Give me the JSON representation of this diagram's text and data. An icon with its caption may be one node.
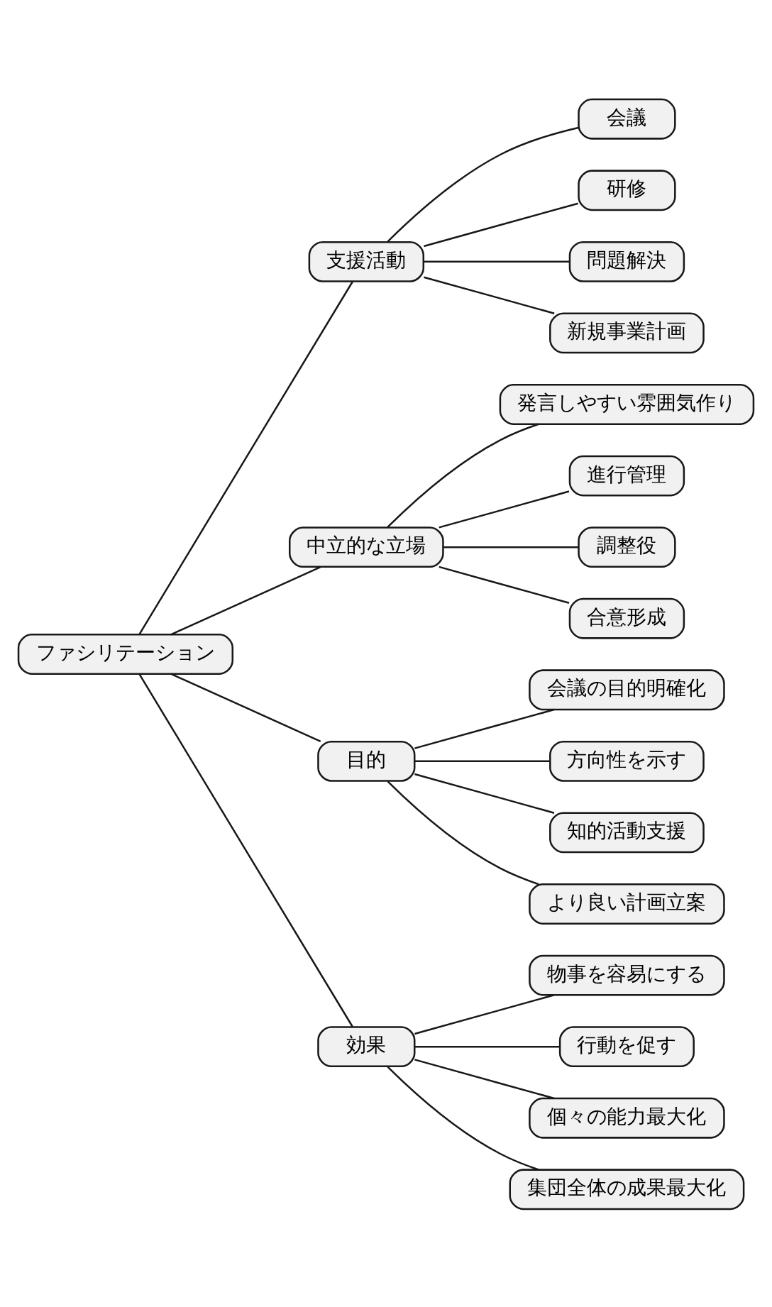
{
  "diagram": {
    "nodes": [
      {
        "text": [
          "ファシリテーション"
        ]
      },
      {
        "text": [
          "支援活動"
        ]
      },
      {
        "text": [
          "会議"
        ]
      },
      {
        "text": [
          "研修"
        ]
      },
      {
        "text": [
          "問題解決"
        ]
      },
      {
        "text": [
          "新規事業計画"
        ]
      },
      {
        "text": [
          "中立的な立場"
        ]
      },
      {
        "text": [
          "発言しやすい雰囲気作り"
        ]
      },
      {
        "text": [
          "進行管理"
        ]
      },
      {
        "text": [
          "調整役"
        ]
      },
      {
        "text": [
          "合意形成"
        ]
      },
      {
        "text": [
          "目的"
        ]
      },
      {
        "text": [
          "会議の目的明確化"
        ]
      },
      {
        "text": [
          "方向性を示す"
        ]
      },
      {
        "text": [
          "知的活動支援"
        ]
      },
      {
        "text": [
          "より良い計画立案"
        ]
      },
      {
        "text": [
          "効果"
        ]
      },
      {
        "text": [
          "物事を容易にする"
        ]
      },
      {
        "text": [
          "行動を促す"
        ]
      },
      {
        "text": [
          "個々の能力最大化"
        ]
      },
      {
        "text": [
          "集団全体の成果最大化"
        ]
      }
    ],
    "edges": [
      {
        "from": 0,
        "to": 1,
        "arrow": "none"
      },
      {
        "from": 1,
        "to": 2,
        "arrow": "none"
      },
      {
        "from": 1,
        "to": 3,
        "arrow": "none"
      },
      {
        "from": 1,
        "to": 4,
        "arrow": "none"
      },
      {
        "from": 1,
        "to": 5,
        "arrow": "none"
      },
      {
        "from": 0,
        "to": 6,
        "arrow": "none"
      },
      {
        "from": 6,
        "to": 7,
        "arrow": "none"
      },
      {
        "from": 6,
        "to": 8,
        "arrow": "none"
      },
      {
        "from": 6,
        "to": 9,
        "arrow": "none"
      },
      {
        "from": 6,
        "to": 10,
        "arrow": "none"
      },
      {
        "from": 0,
        "to": 11,
        "arrow": "none"
      },
      {
        "from": 11,
        "to": 12,
        "arrow": "none"
      },
      {
        "from": 11,
        "to": 13,
        "arrow": "none"
      },
      {
        "from": 11,
        "to": 14,
        "arrow": "none"
      },
      {
        "from": 11,
        "to": 15,
        "arrow": "none"
      },
      {
        "from": 0,
        "to": 16,
        "arrow": "none"
      },
      {
        "from": 16,
        "to": 17,
        "arrow": "none"
      },
      {
        "from": 16,
        "to": 18,
        "arrow": "none"
      },
      {
        "from": 16,
        "to": 19,
        "arrow": "none"
      },
      {
        "from": 16,
        "to": 20,
        "arrow": "none"
      }
    ]
  }
}
